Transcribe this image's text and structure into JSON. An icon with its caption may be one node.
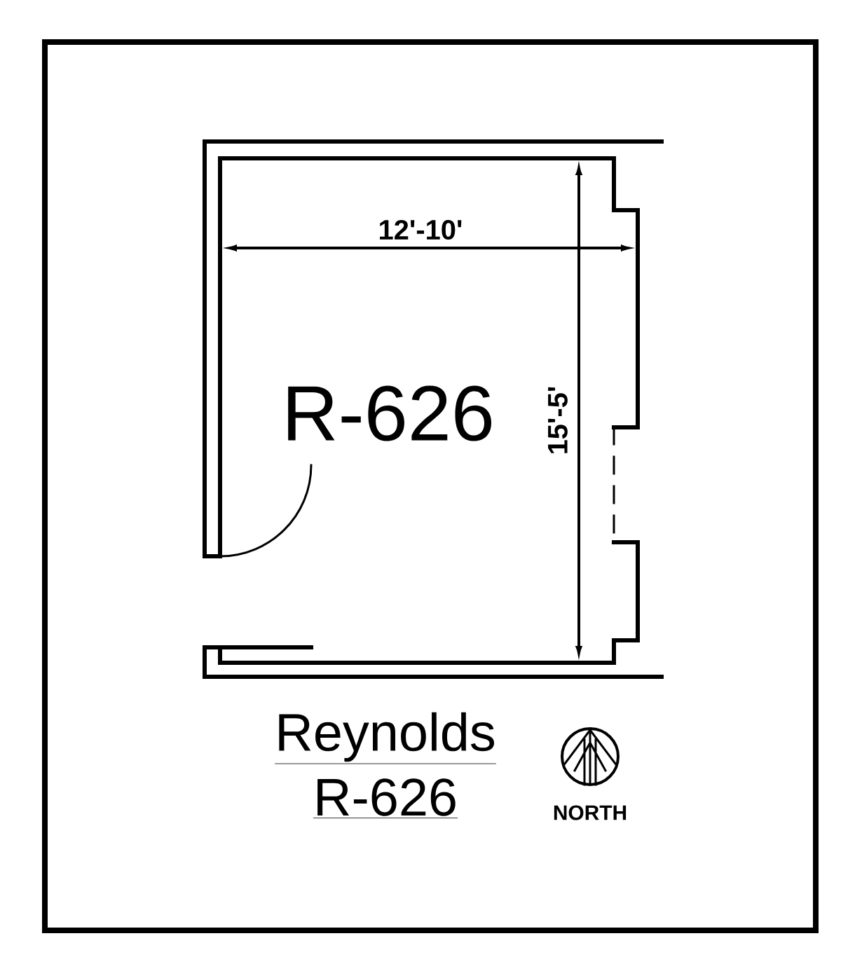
{
  "diagram": {
    "labels": [
      "12'-10'",
      "R-626",
      "15'-5'",
      "Reynolds",
      "R-626",
      "NORTH"
    ]
  }
}
